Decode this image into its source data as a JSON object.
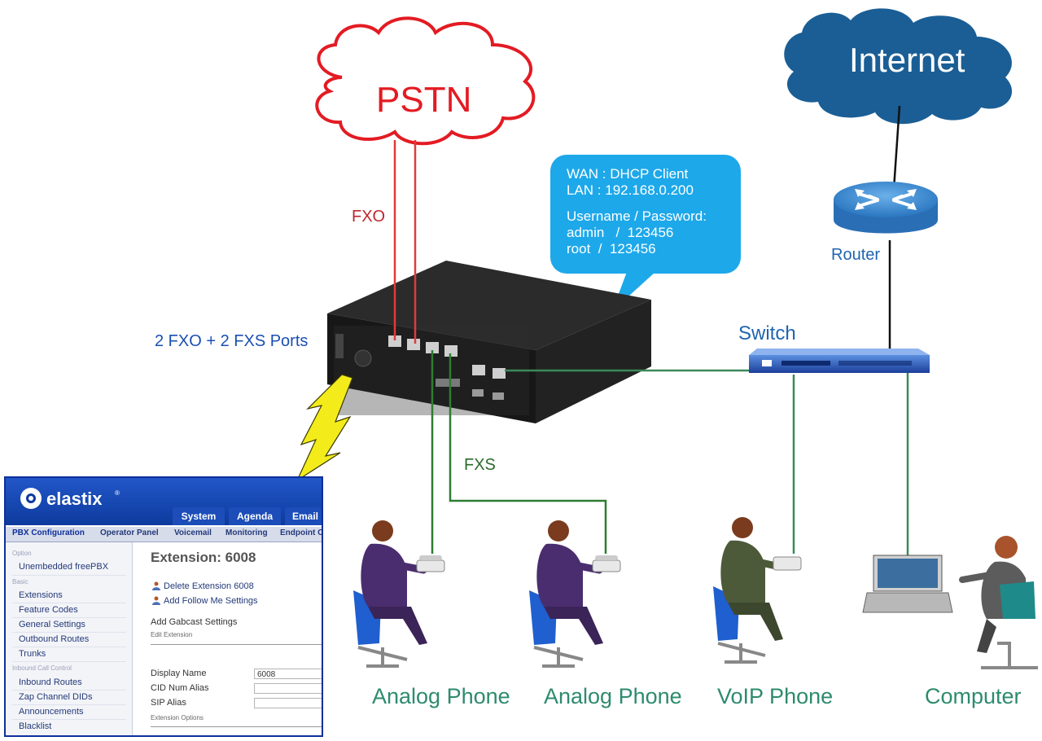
{
  "diagram": {
    "pstn": "PSTN",
    "internet": "Internet",
    "fxo": "FXO",
    "fxs": "FXS",
    "ports": "2 FXO + 2 FXS Ports",
    "switch": "Switch",
    "router": "Router",
    "info": {
      "line1": "WAN : DHCP Client",
      "line2": "LAN : 192.168.0.200",
      "line3": "Username / Password:",
      "line4": "admin   /  123456",
      "line5": "root  /  123456"
    },
    "devices": {
      "phone1": "Analog Phone",
      "phone2": "Analog Phone",
      "voip": "VoIP Phone",
      "computer": "Computer"
    },
    "colors": {
      "pstn_cloud": "#e31b23",
      "internet_cloud": "#1a5e95",
      "fxo_line": "#e03a3a",
      "fxs_line": "#2e7d32",
      "network_line": "#3a8a5a",
      "callout": "#1da8ea",
      "lightning": "#f3ec1a"
    }
  },
  "elastix": {
    "brand": "elastix",
    "tabs": [
      "System",
      "Agenda",
      "Email"
    ],
    "subtabs": [
      "PBX Configuration",
      "Operator Panel",
      "Voicemail",
      "Monitoring",
      "Endpoint C"
    ],
    "sidebar": {
      "head_option": "Option",
      "unembedded": "Unembedded freePBX",
      "head_basic": "Basic",
      "extensions": "Extensions",
      "feature_codes": "Feature Codes",
      "general_settings": "General Settings",
      "outbound_routes": "Outbound Routes",
      "trunks": "Trunks",
      "head_inbound": "Inbound Call Control",
      "inbound_routes": "Inbound Routes",
      "zap_dids": "Zap Channel DIDs",
      "announcements": "Announcements",
      "blacklist": "Blacklist"
    },
    "main": {
      "title": "Extension: 6008",
      "delete_link": "Delete Extension 6008",
      "follow_link": "Add Follow Me Settings",
      "gabcast": "Add Gabcast Settings",
      "edit_ext": "Edit Extension",
      "display_name_label": "Display Name",
      "display_name_value": "6008",
      "cid_label": "CID Num Alias",
      "sip_label": "SIP Alias",
      "ext_options": "Extension Options"
    }
  }
}
